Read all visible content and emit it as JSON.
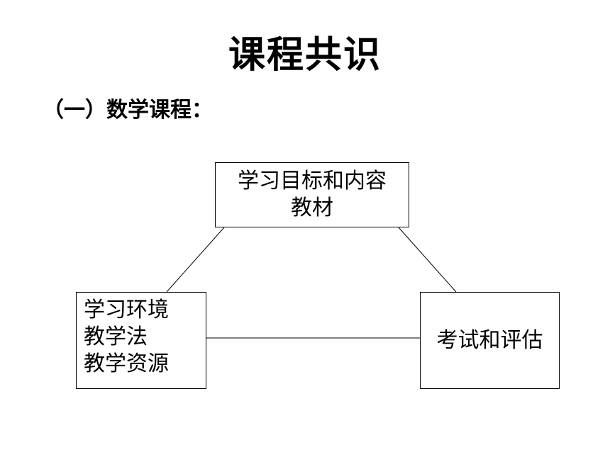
{
  "title": "课程共识",
  "subtitle": "（一）数学课程：",
  "diagram": {
    "top_box": {
      "lines": [
        "学习目标和内容",
        "教材"
      ]
    },
    "left_box": {
      "lines": [
        "学习环境",
        "教学法",
        "教学资源"
      ]
    },
    "right_box": {
      "lines": [
        "考试和评估"
      ]
    }
  }
}
